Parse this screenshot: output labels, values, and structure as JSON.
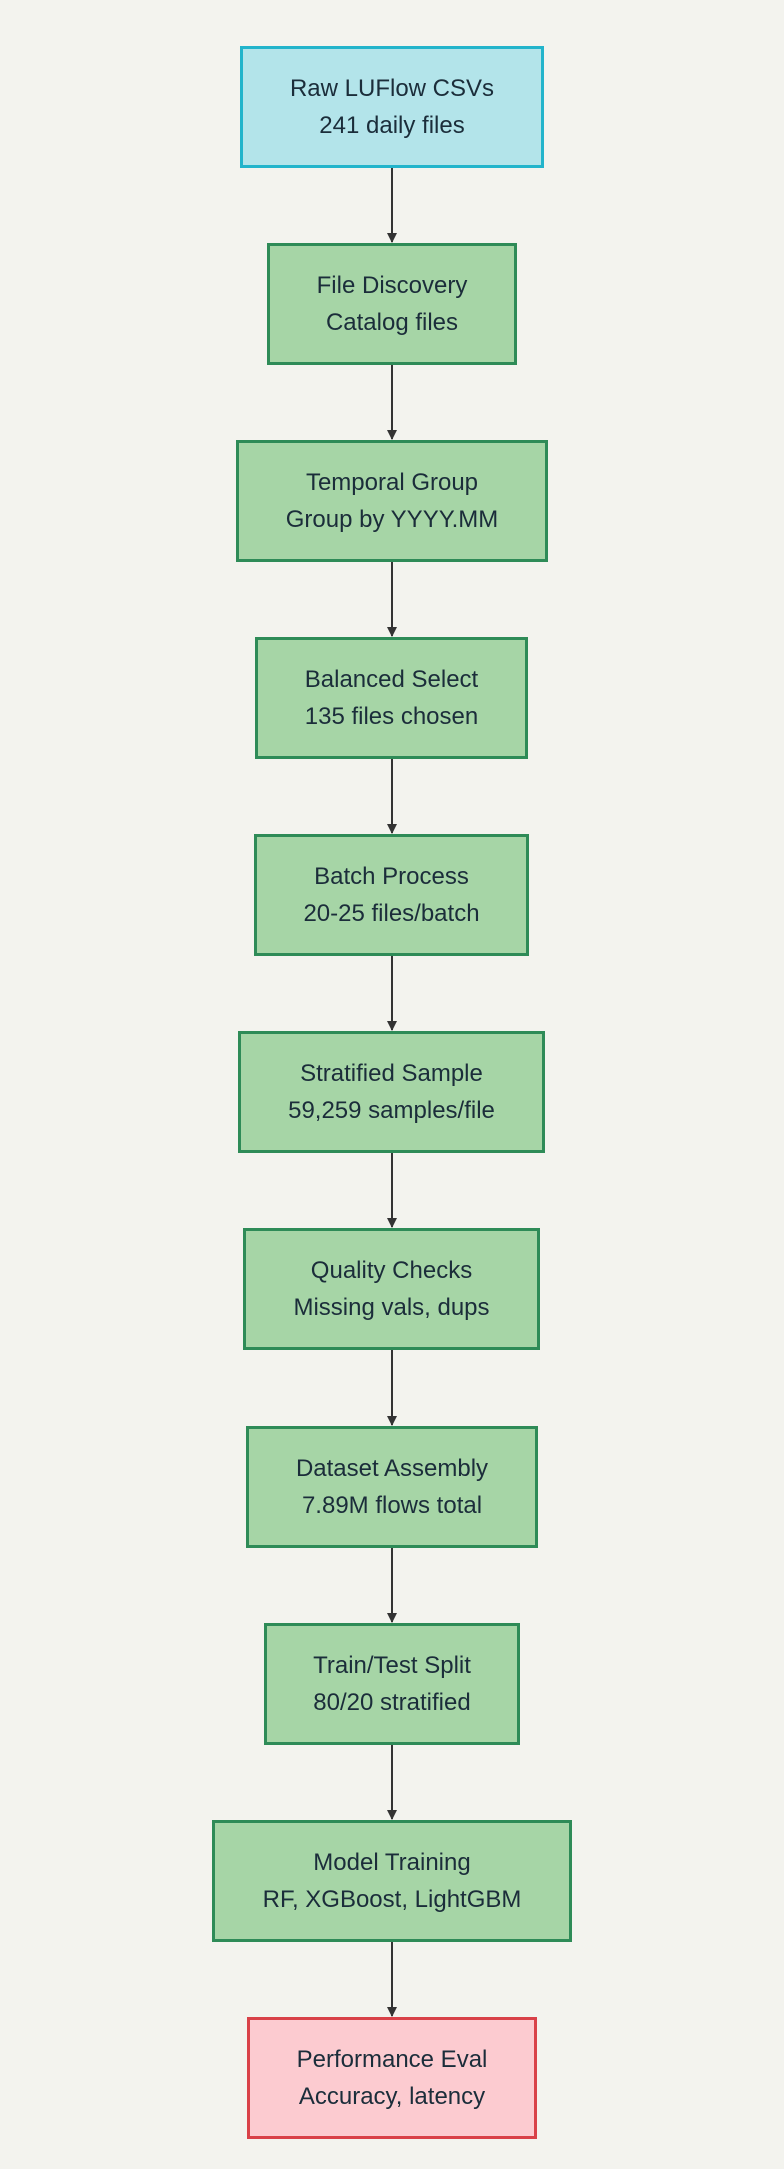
{
  "theme": {
    "background": "#f3f3ee",
    "text": "#1b2d3a",
    "connector": "#333333",
    "source_fill": "#b3e4ea",
    "source_border": "#22b4cb",
    "process_fill": "#a6d5a6",
    "process_border": "#2e8b57",
    "output_fill": "#fccbd0",
    "output_border": "#d94148"
  },
  "nodes": [
    {
      "id": "raw-luflow-csvs",
      "kind": "source",
      "title": "Raw LUFlow CSVs",
      "detail": "241 daily files"
    },
    {
      "id": "file-discovery",
      "kind": "process",
      "title": "File Discovery",
      "detail": "Catalog files"
    },
    {
      "id": "temporal-group",
      "kind": "process",
      "title": "Temporal Group",
      "detail": "Group by YYYY.MM"
    },
    {
      "id": "balanced-select",
      "kind": "process",
      "title": "Balanced Select",
      "detail": "135 files chosen"
    },
    {
      "id": "batch-process",
      "kind": "process",
      "title": "Batch Process",
      "detail": "20-25 files/batch"
    },
    {
      "id": "stratified-sample",
      "kind": "process",
      "title": "Stratified Sample",
      "detail": "59,259 samples/file"
    },
    {
      "id": "quality-checks",
      "kind": "process",
      "title": "Quality Checks",
      "detail": "Missing vals, dups"
    },
    {
      "id": "dataset-assembly",
      "kind": "process",
      "title": "Dataset Assembly",
      "detail": "7.89M flows total"
    },
    {
      "id": "train-test-split",
      "kind": "process",
      "title": "Train/Test Split",
      "detail": "80/20 stratified"
    },
    {
      "id": "model-training",
      "kind": "process",
      "title": "Model Training",
      "detail": "RF, XGBoost, LightGBM"
    },
    {
      "id": "performance-eval",
      "kind": "output",
      "title": "Performance Eval",
      "detail": "Accuracy, latency"
    }
  ]
}
